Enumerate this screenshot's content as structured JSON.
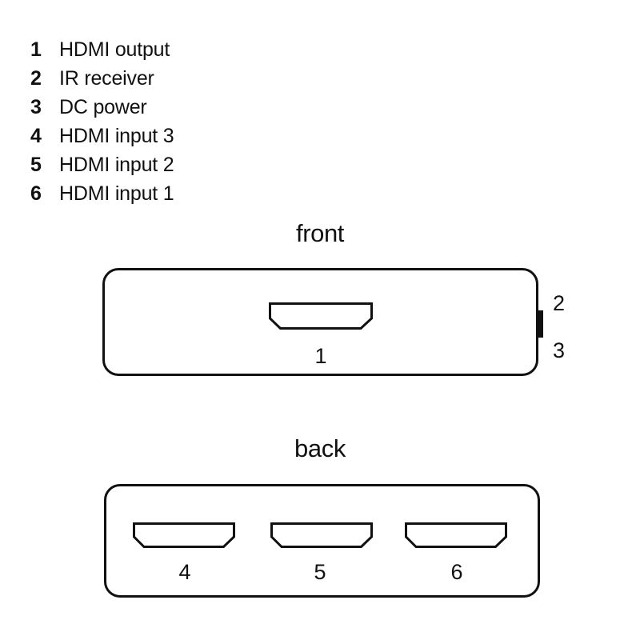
{
  "legend": {
    "items": [
      {
        "number": "1",
        "label": "HDMI output"
      },
      {
        "number": "2",
        "label": "IR receiver"
      },
      {
        "number": "3",
        "label": "DC power"
      },
      {
        "number": "4",
        "label": "HDMI input 3"
      },
      {
        "number": "5",
        "label": "HDMI input 2"
      },
      {
        "number": "6",
        "label": "HDMI input 1"
      }
    ]
  },
  "front": {
    "caption": "front",
    "port_label": "1",
    "side_labels": {
      "ir": "2",
      "dc": "3"
    }
  },
  "back": {
    "caption": "back",
    "port_labels": [
      "4",
      "5",
      "6"
    ]
  },
  "colors": {
    "stroke": "#111111",
    "background": "#ffffff",
    "tab_fill": "#111111"
  }
}
